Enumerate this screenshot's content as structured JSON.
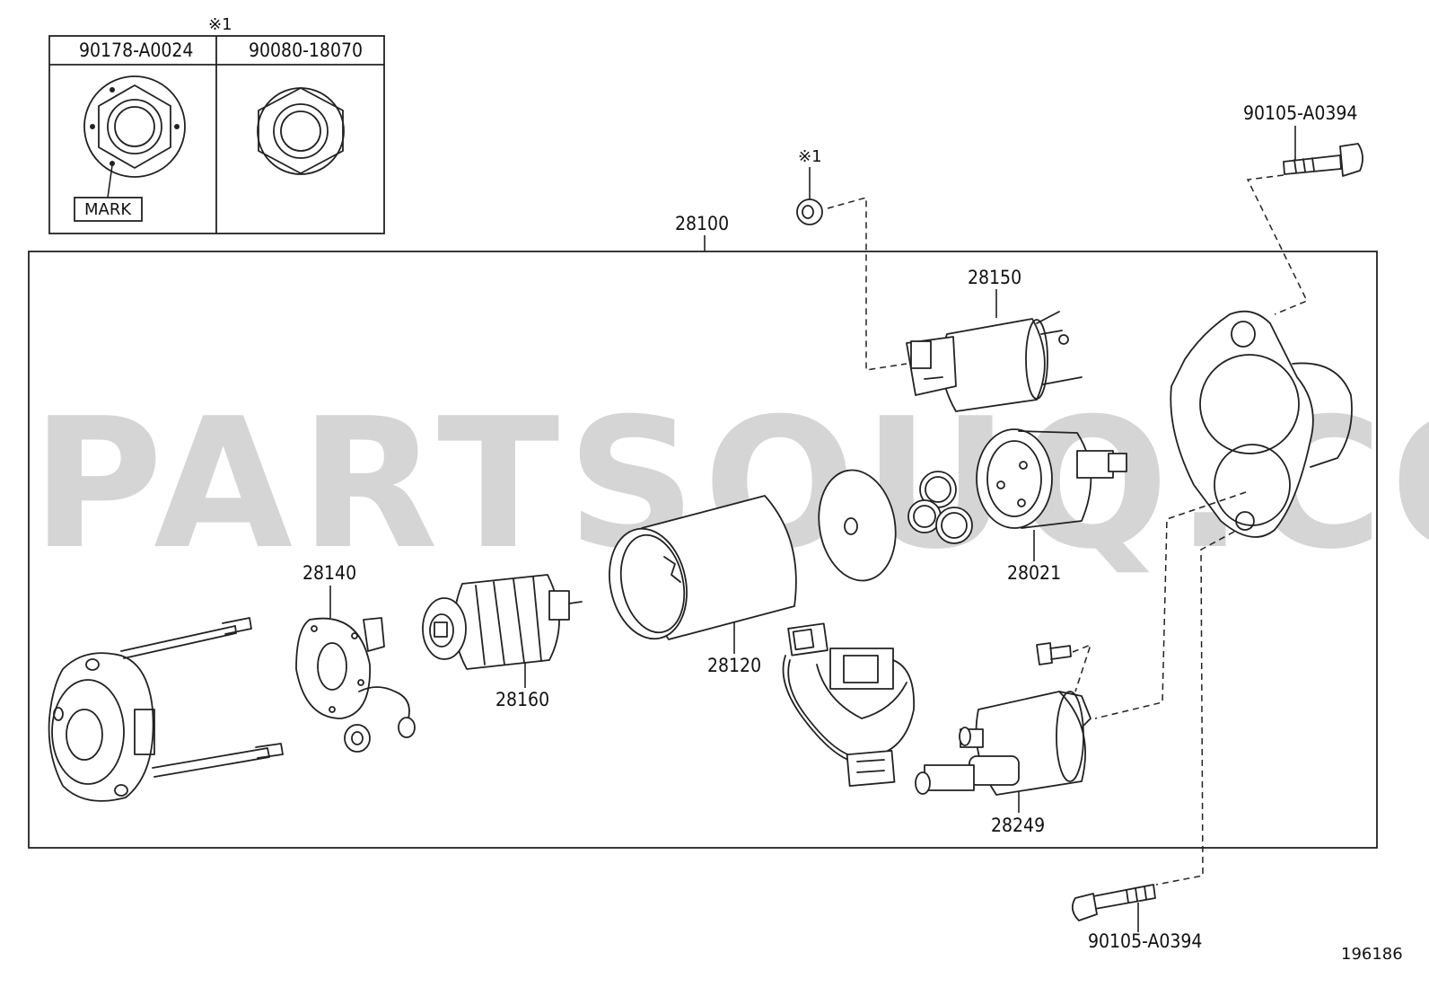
{
  "watermark": "PARTSOUQ.COM",
  "diagram_id": "196186",
  "inset": {
    "note_mark": "※1",
    "left_part": "90178-A0024",
    "right_part": "90080-18070",
    "mark_label": "MARK"
  },
  "labels": {
    "assembly": "28100",
    "nut_note": "※1",
    "p28150": "28150",
    "p28021": "28021",
    "p28140": "28140",
    "p28160": "28160",
    "p28120": "28120",
    "p28249": "28249",
    "bolt_top": "90105-A0394",
    "bolt_bottom": "90105-A0394"
  }
}
